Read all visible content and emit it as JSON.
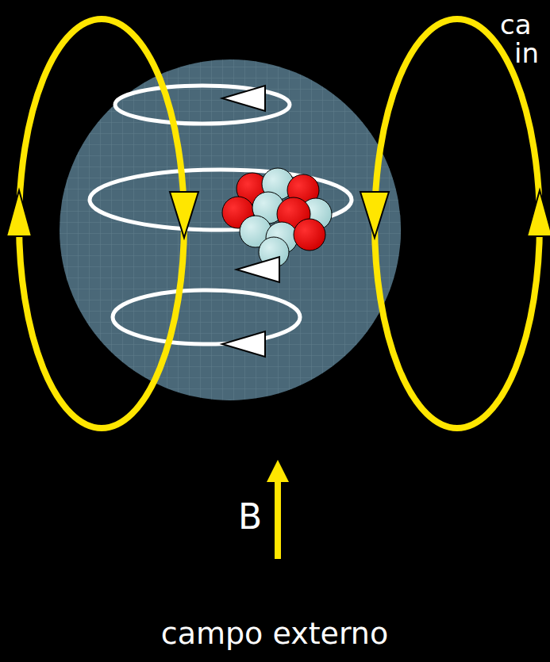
{
  "diagram": {
    "labels": [
      "ca",
      "in",
      "B",
      "campo externo"
    ]
  }
}
